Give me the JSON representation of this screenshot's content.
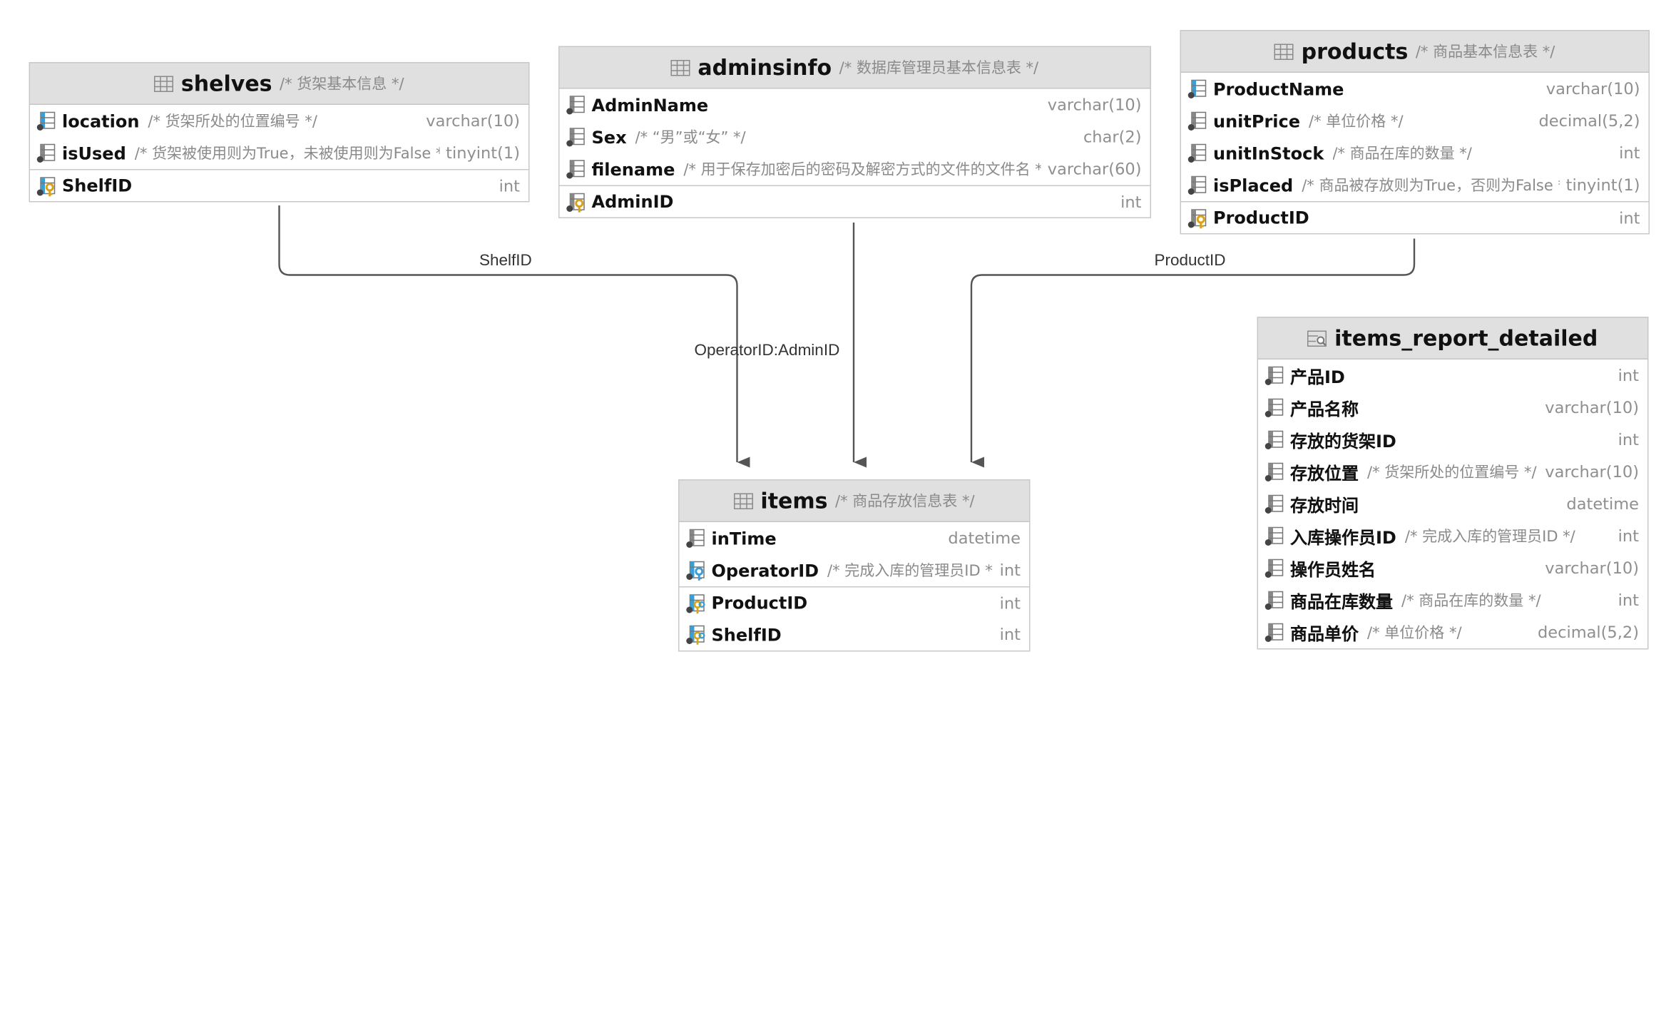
{
  "tables": {
    "shelves": {
      "name": "shelves",
      "comment": "/* 货架基本信息 */",
      "columns": [
        {
          "name": "location",
          "comment": "/* 货架所处的位置编号 */",
          "type": "varchar(10)",
          "icon": "column-icon"
        },
        {
          "name": "isUsed",
          "comment": "/* 货架被使用则为True，未被使用则为False */",
          "type": "tinyint(1)",
          "icon": "column-icon"
        }
      ],
      "keys": [
        {
          "name": "ShelfID",
          "comment": "",
          "type": "int",
          "icon": "primary-key-column-icon"
        }
      ]
    },
    "adminsinfo": {
      "name": "adminsinfo",
      "comment": "/* 数据库管理员基本信息表 */",
      "columns": [
        {
          "name": "AdminName",
          "comment": "",
          "type": "varchar(10)",
          "icon": "column-icon"
        },
        {
          "name": "Sex",
          "comment": "/* “男”或“女” */",
          "type": "char(2)",
          "icon": "column-icon"
        },
        {
          "name": "filename",
          "comment": "/* 用于保存加密后的密码及解密方式的文件的文件名 */",
          "type": "varchar(60)",
          "icon": "column-icon"
        }
      ],
      "keys": [
        {
          "name": "AdminID",
          "comment": "",
          "type": "int",
          "icon": "primary-key-column-icon"
        }
      ]
    },
    "products": {
      "name": "products",
      "comment": "/* 商品基本信息表 */",
      "columns": [
        {
          "name": "ProductName",
          "comment": "",
          "type": "varchar(10)",
          "icon": "column-icon"
        },
        {
          "name": "unitPrice",
          "comment": "/* 单位价格 */",
          "type": "decimal(5,2)",
          "icon": "column-icon"
        },
        {
          "name": "unitInStock",
          "comment": "/* 商品在库的数量 */",
          "type": "int",
          "icon": "column-icon"
        },
        {
          "name": "isPlaced",
          "comment": "/* 商品被存放则为True，否则为False */",
          "type": "tinyint(1)",
          "icon": "column-icon"
        }
      ],
      "keys": [
        {
          "name": "ProductID",
          "comment": "",
          "type": "int",
          "icon": "primary-key-column-icon"
        }
      ]
    },
    "items_report_detailed": {
      "name": "items_report_detailed",
      "comment": "",
      "columns": [
        {
          "name": "产品ID",
          "comment": "",
          "type": "int",
          "icon": "column-icon"
        },
        {
          "name": "产品名称",
          "comment": "",
          "type": "varchar(10)",
          "icon": "column-icon"
        },
        {
          "name": "存放的货架ID",
          "comment": "",
          "type": "int",
          "icon": "column-icon"
        },
        {
          "name": "存放位置",
          "comment": "/* 货架所处的位置编号 */",
          "type": "varchar(10)",
          "icon": "column-icon"
        },
        {
          "name": "存放时间",
          "comment": "",
          "type": "datetime",
          "icon": "column-icon"
        },
        {
          "name": "入库操作员ID",
          "comment": "/* 完成入库的管理员ID */",
          "type": "int",
          "icon": "column-icon"
        },
        {
          "name": "操作员姓名",
          "comment": "",
          "type": "varchar(10)",
          "icon": "column-icon"
        },
        {
          "name": "商品在库数量",
          "comment": "/* 商品在库的数量 */",
          "type": "int",
          "icon": "column-icon"
        },
        {
          "name": "商品单价",
          "comment": "/* 单位价格 */",
          "type": "decimal(5,2)",
          "icon": "column-icon"
        }
      ],
      "keys": []
    },
    "items": {
      "name": "items",
      "comment": "/* 商品存放信息表 */",
      "columns": [
        {
          "name": "inTime",
          "comment": "",
          "type": "datetime",
          "icon": "column-icon"
        },
        {
          "name": "OperatorID",
          "comment": "/* 完成入库的管理员ID */",
          "type": "int",
          "icon": "foreign-key-column-icon"
        }
      ],
      "keys": [
        {
          "name": "ProductID",
          "comment": "",
          "type": "int",
          "icon": "primary-foreign-key-column-icon"
        },
        {
          "name": "ShelfID",
          "comment": "",
          "type": "int",
          "icon": "primary-foreign-key-column-icon"
        }
      ]
    }
  },
  "relations": [
    {
      "label": "ShelfID",
      "from": "shelves",
      "to": "items"
    },
    {
      "label": "OperatorID:AdminID",
      "from": "adminsinfo",
      "to": "items"
    },
    {
      "label": "ProductID",
      "from": "products",
      "to": "items"
    }
  ],
  "colors": {
    "header_bg": "#e0e0e0",
    "key_accent": "#d9a21b",
    "column_icon_accent": "#3a9fd6",
    "connector": "#555555"
  }
}
